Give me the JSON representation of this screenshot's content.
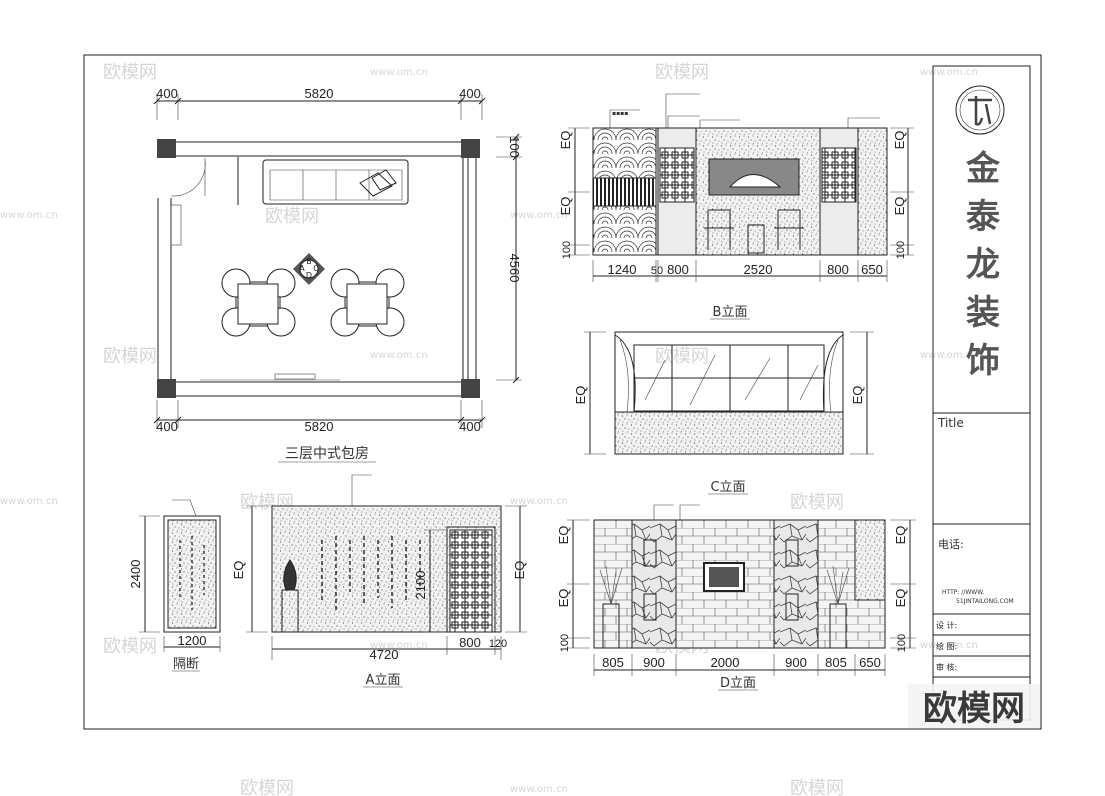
{
  "plan": {
    "dims_top": [
      "400",
      "5820",
      "400"
    ],
    "dims_bottom": [
      "400",
      "5820",
      "400"
    ],
    "dims_right": [
      "100",
      "4560"
    ],
    "title": "三层中式包房",
    "marker_letters": [
      "B",
      "A",
      "C",
      "D"
    ]
  },
  "elev_b": {
    "eq_left": [
      "EQ",
      "EQ"
    ],
    "eq_right": [
      "EQ",
      "EQ"
    ],
    "small_left": "100",
    "small_right": "100",
    "dims": [
      "1240",
      "50",
      "800",
      "2520",
      "800",
      "650"
    ],
    "label": "B立面"
  },
  "elev_c": {
    "eq_left": "EQ",
    "eq_right": "EQ",
    "label": "C立面"
  },
  "partition": {
    "height": "2400",
    "width": "1200",
    "label": "隔断"
  },
  "elev_a": {
    "eq_left": "EQ",
    "eq_right": "EQ",
    "h_dim": "2100",
    "dims": [
      "4720",
      "800",
      "120"
    ],
    "label": "A立面"
  },
  "elev_d": {
    "eq_left": [
      "EQ",
      "EQ"
    ],
    "eq_right": [
      "EQ",
      "EQ"
    ],
    "small_left": "100",
    "small_right": "100",
    "dims": [
      "805",
      "900",
      "2000",
      "900",
      "805",
      "650"
    ],
    "label": "D立面"
  },
  "title_block": {
    "logo_chars": [
      "金",
      "泰",
      "龙",
      "装",
      "饰"
    ],
    "title_label": "Title",
    "phone_label": "电话:",
    "url_1": "HTTP: //WWW.",
    "url_2": "51JINTAILONG.COM",
    "rows": [
      "设 计:",
      "绘 图:",
      "审 核:"
    ]
  },
  "watermark": {
    "brand": "欧模网",
    "url": "www.om.cn"
  }
}
